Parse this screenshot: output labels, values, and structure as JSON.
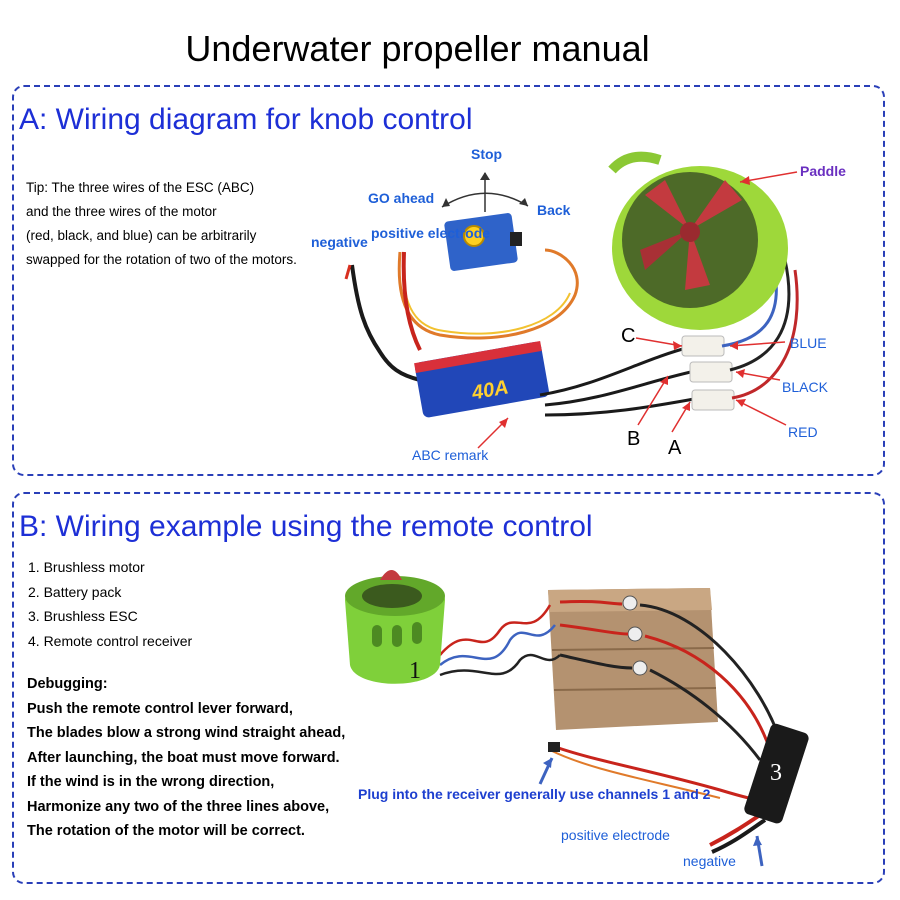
{
  "title": "Underwater propeller manual",
  "section_a": {
    "heading": "A: Wiring diagram for knob control",
    "tip_lines": [
      "Tip: The three wires of the ESC (ABC)",
      "and the three wires of the motor",
      "(red, black, and blue) can be arbitrarily",
      "swapped  for the rotation of two of the motors."
    ],
    "labels": {
      "stop": "Stop",
      "go_ahead": "GO ahead",
      "back": "Back",
      "positive_electrode": "positive electrode",
      "negative": "negative",
      "paddle": "Paddle",
      "blue": "BLUE",
      "black": "BLACK",
      "red": "RED",
      "abc_remark": "ABC remark",
      "c": "C",
      "b": "B",
      "a": "A",
      "esc_rating": "40A"
    }
  },
  "section_b": {
    "heading": "B: Wiring example using the remote control",
    "items": [
      "1. Brushless motor",
      "2. Battery pack",
      "3. Brushless ESC",
      "4. Remote control receiver"
    ],
    "debug_title": "Debugging:",
    "debug_lines": [
      "Push the remote control lever forward,",
      "The blades blow a strong wind straight ahead,",
      "After launching, the boat must move forward.",
      "If the wind is in the wrong direction,",
      "Harmonize any two of the three lines above,",
      "The rotation of the motor will be correct."
    ],
    "labels": {
      "plug": "Plug into the receiver generally use channels 1 and 2",
      "positive_electrode": "positive electrode",
      "negative": "negative",
      "num_1": "1",
      "num_3": "3"
    }
  },
  "colors": {
    "title_blue": "#1d2fd6",
    "label_blue": "#1e5fd8",
    "border_blue": "#2a3fb8",
    "paddle_purple": "#6a2fc0",
    "annot_red": "#e03030"
  }
}
